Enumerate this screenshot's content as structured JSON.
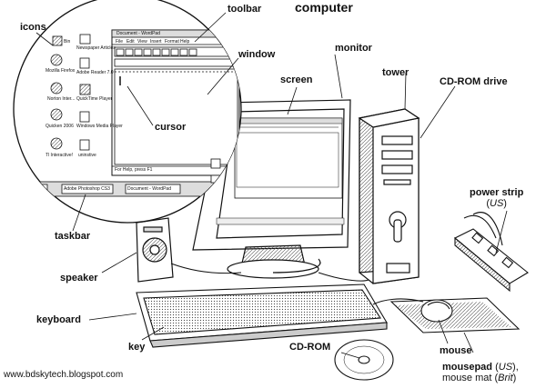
{
  "title": "computer",
  "labels": {
    "icons": "icons",
    "toolbar": "toolbar",
    "window": "window",
    "monitor": "monitor",
    "screen": "screen",
    "tower": "tower",
    "cdrom_drive": "CD-ROM drive",
    "cursor": "cursor",
    "taskbar": "taskbar",
    "speaker": "speaker",
    "keyboard": "keyboard",
    "key": "key",
    "cdrom": "CD-ROM",
    "mouse": "mouse",
    "power_strip": "power strip",
    "power_strip_region": "US",
    "mousepad": "mousepad",
    "mousepad_region": "US",
    "mouse_mat": "mouse mat",
    "mouse_mat_region": "Brit"
  },
  "zoom": {
    "window_title": "Document - WordPad",
    "menu_items": [
      "File",
      "Edit",
      "View",
      "Insert",
      "Format",
      "Help"
    ],
    "status_text": "For Help, press F1",
    "taskbar_items": [
      "Adobe Photoshop CS3",
      "Document - WordPad"
    ],
    "desktop_icons": [
      "Bin",
      "Newspaper Articles",
      "Mozilla Firefox",
      "Adobe Reader 7.0",
      "Norton Inter...",
      "QuickTime Player",
      "Quicken 2006",
      "Windows Media Player",
      "Tl Interactive!",
      "uninstive"
    ]
  },
  "credit": "www.bdskytech.blogspot.com"
}
